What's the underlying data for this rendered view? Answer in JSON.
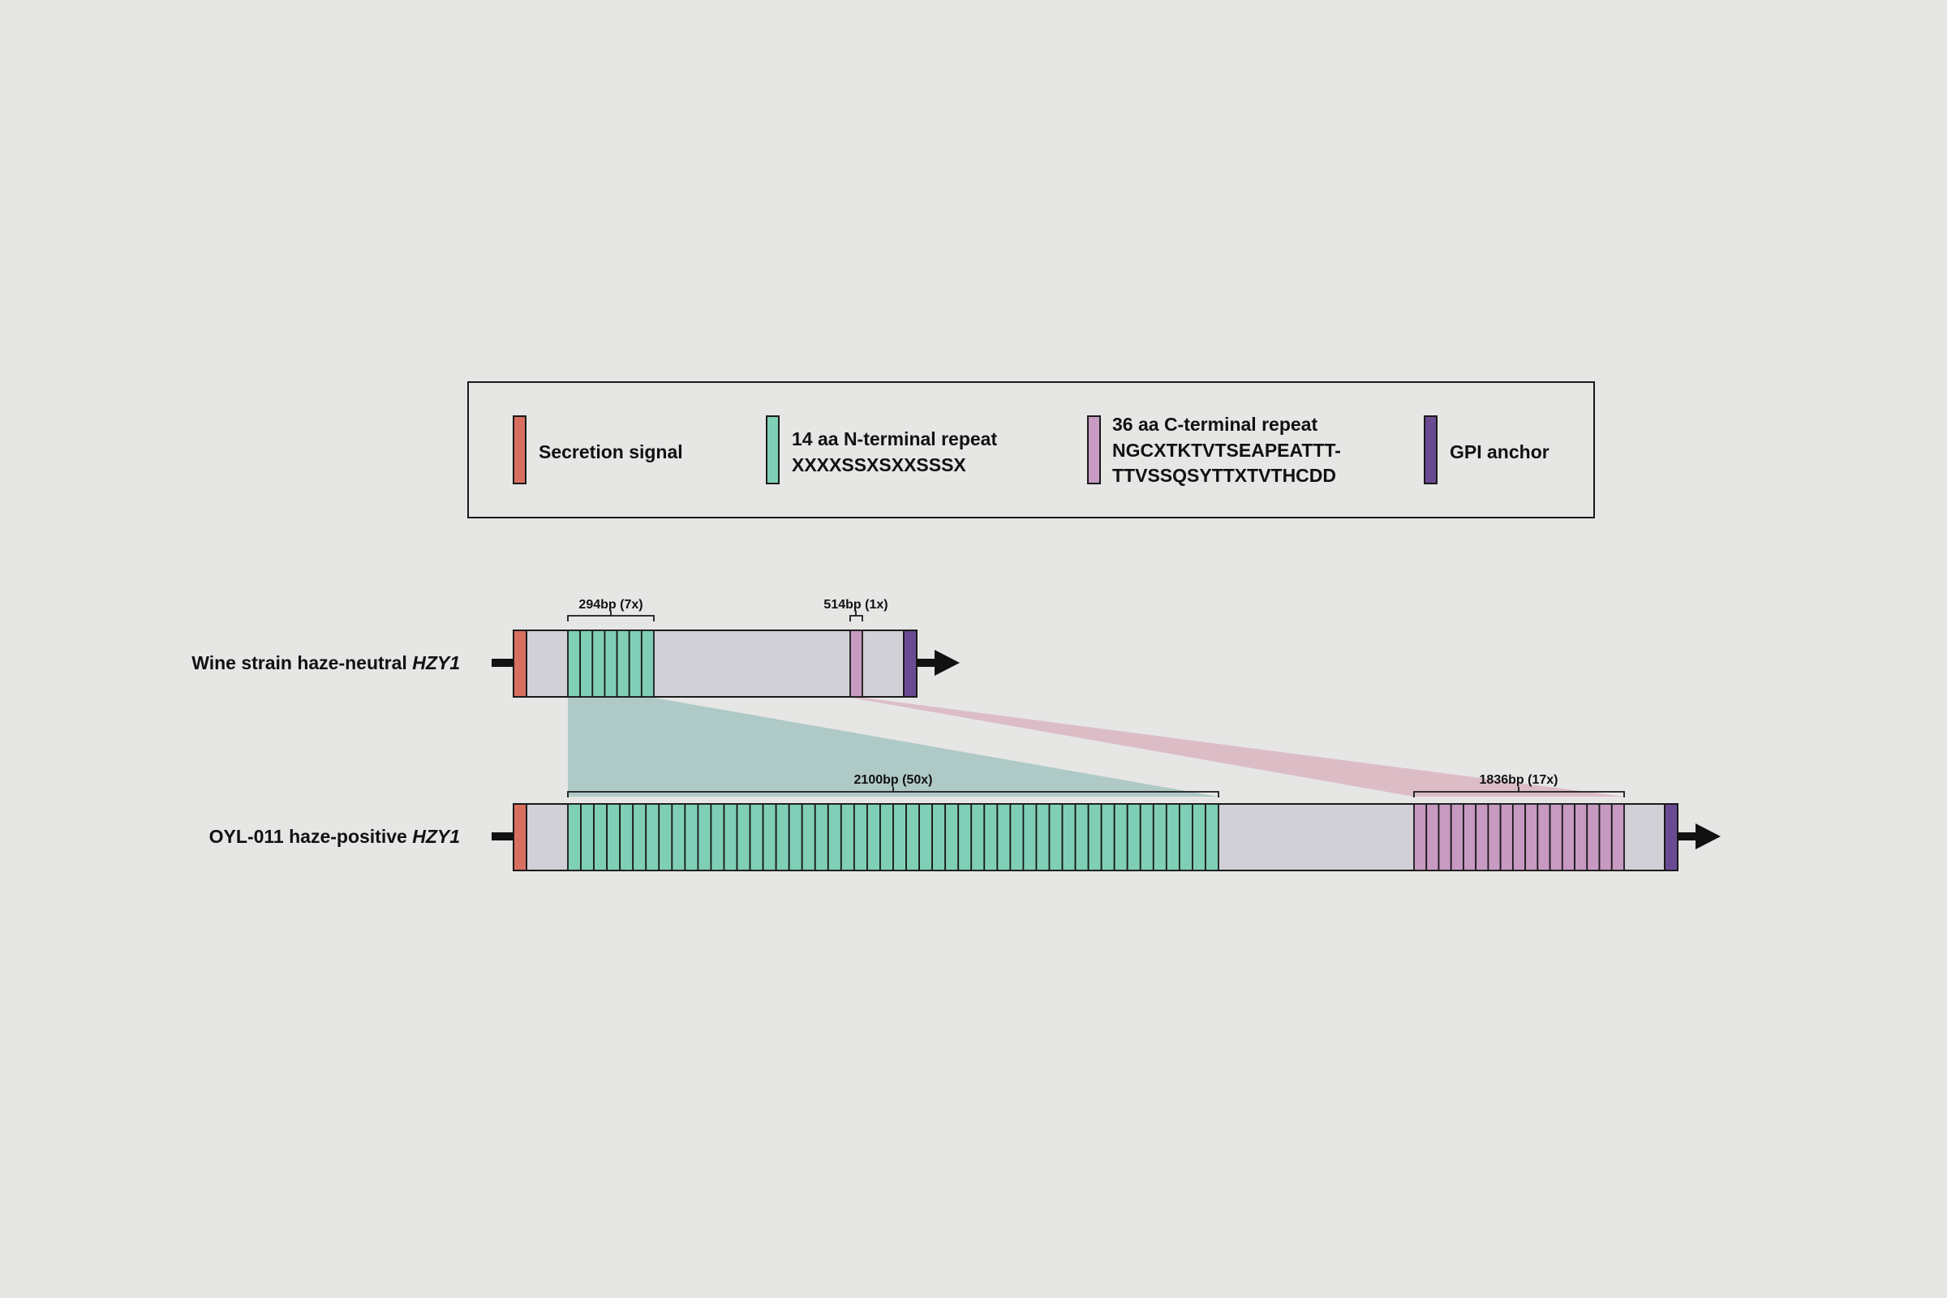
{
  "colors": {
    "background": "#e6e6e5",
    "gene_body": "#d0d0d6",
    "secretion_signal": "#d9705f",
    "n_terminal_repeat": "#7fcfb6",
    "c_terminal_repeat": "#c79ac2",
    "gpi_anchor": "#6a4b93",
    "outline": "#1a1a1a",
    "n_expansion": "#a8c7c2",
    "c_expansion": "#d9b5c1"
  },
  "legend": {
    "items": [
      {
        "key": "secretion",
        "lines": [
          "Secretion signal"
        ]
      },
      {
        "key": "nrepeat",
        "lines": [
          "14 aa N-terminal repeat",
          "XXXXSSXSXXSSSX"
        ]
      },
      {
        "key": "crepeat",
        "lines": [
          "36 aa C-terminal repeat",
          "NGCXTKTVTSEAPEATTT-",
          "TTVSSQSYTTXTVTHCDD"
        ]
      },
      {
        "key": "gpi",
        "lines": [
          "GPI anchor"
        ]
      }
    ]
  },
  "genes": [
    {
      "id": "wine",
      "label_prefix": "Wine strain haze-neutral ",
      "label_gene": "HZY1",
      "n_repeat_count": 7,
      "c_repeat_count": 1,
      "n_bracket_label": "294bp (7x)",
      "c_bracket_label": "514bp (1x)"
    },
    {
      "id": "oyl",
      "label_prefix": "OYL-011 haze-positive ",
      "label_gene": "HZY1",
      "n_repeat_count": 50,
      "c_repeat_count": 17,
      "n_bracket_label": "2100bp (50x)",
      "c_bracket_label": "1836bp (17x)"
    }
  ]
}
